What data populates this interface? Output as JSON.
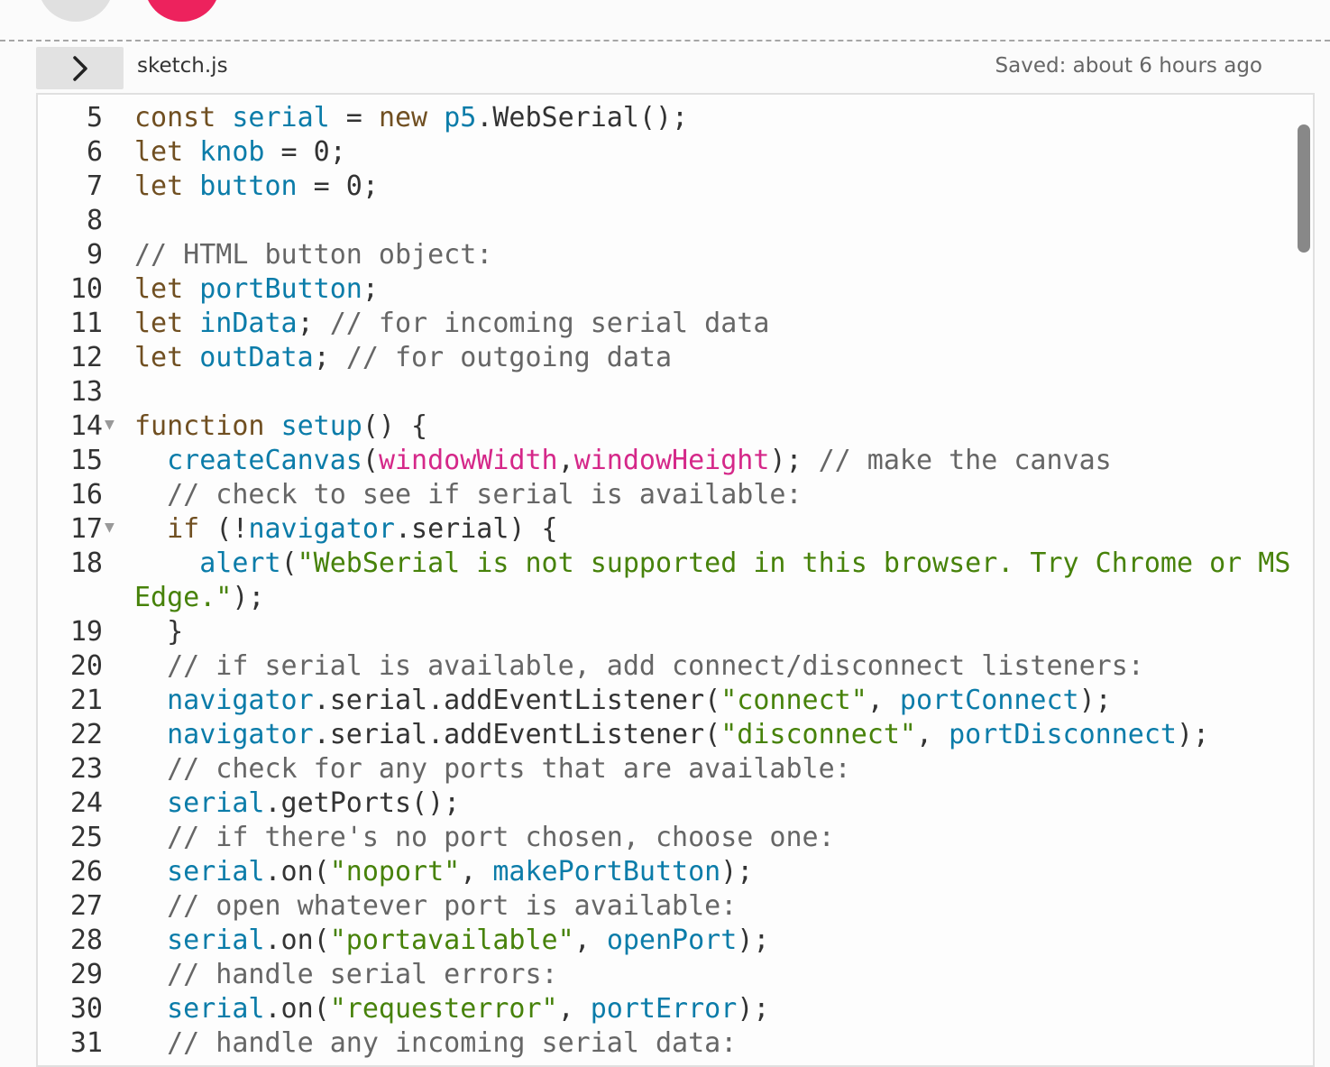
{
  "top_toolbar": {
    "play_button": "play",
    "stop_button": "stop"
  },
  "editor_header": {
    "toggle_icon": "chevron-right-icon",
    "file_name": "sketch.js",
    "saved_status": "Saved: about 6 hours ago"
  },
  "code": {
    "lines": [
      {
        "num": "5",
        "tokens": [
          [
            "k",
            "const"
          ],
          [
            "t",
            " "
          ],
          [
            "d",
            "serial"
          ],
          [
            "t",
            " = "
          ],
          [
            "k",
            "new"
          ],
          [
            "t",
            " "
          ],
          [
            "d",
            "p5"
          ],
          [
            "t",
            ".WebSerial();"
          ]
        ]
      },
      {
        "num": "6",
        "tokens": [
          [
            "k",
            "let"
          ],
          [
            "t",
            " "
          ],
          [
            "d",
            "knob"
          ],
          [
            "t",
            " = 0;"
          ]
        ]
      },
      {
        "num": "7",
        "tokens": [
          [
            "k",
            "let"
          ],
          [
            "t",
            " "
          ],
          [
            "d",
            "button"
          ],
          [
            "t",
            " = 0;"
          ]
        ]
      },
      {
        "num": "8",
        "tokens": []
      },
      {
        "num": "9",
        "tokens": [
          [
            "c",
            "// HTML button object:"
          ]
        ]
      },
      {
        "num": "10",
        "tokens": [
          [
            "k",
            "let"
          ],
          [
            "t",
            " "
          ],
          [
            "d",
            "portButton"
          ],
          [
            "t",
            ";"
          ]
        ]
      },
      {
        "num": "11",
        "tokens": [
          [
            "k",
            "let"
          ],
          [
            "t",
            " "
          ],
          [
            "d",
            "inData"
          ],
          [
            "t",
            "; "
          ],
          [
            "c",
            "// for incoming serial data"
          ]
        ]
      },
      {
        "num": "12",
        "tokens": [
          [
            "k",
            "let"
          ],
          [
            "t",
            " "
          ],
          [
            "d",
            "outData"
          ],
          [
            "t",
            "; "
          ],
          [
            "c",
            "// for outgoing data"
          ]
        ]
      },
      {
        "num": "13",
        "tokens": []
      },
      {
        "num": "14",
        "fold": true,
        "tokens": [
          [
            "k",
            "function"
          ],
          [
            "t",
            " "
          ],
          [
            "d",
            "setup"
          ],
          [
            "t",
            "() {"
          ]
        ]
      },
      {
        "num": "15",
        "tokens": [
          [
            "t",
            "  "
          ],
          [
            "d",
            "createCanvas"
          ],
          [
            "t",
            "("
          ],
          [
            "p",
            "windowWidth"
          ],
          [
            "t",
            ","
          ],
          [
            "p",
            "windowHeight"
          ],
          [
            "t",
            "); "
          ],
          [
            "c",
            "// make the canvas"
          ]
        ]
      },
      {
        "num": "16",
        "tokens": [
          [
            "t",
            "  "
          ],
          [
            "c",
            "// check to see if serial is available:"
          ]
        ]
      },
      {
        "num": "17",
        "fold": true,
        "tokens": [
          [
            "t",
            "  "
          ],
          [
            "k",
            "if"
          ],
          [
            "t",
            " (!"
          ],
          [
            "d",
            "navigator"
          ],
          [
            "t",
            ".serial) {"
          ]
        ]
      },
      {
        "num": "18",
        "tokens": [
          [
            "t",
            "    "
          ],
          [
            "d",
            "alert"
          ],
          [
            "t",
            "("
          ],
          [
            "s",
            "\"WebSerial is not supported in this browser. Try Chrome or MS"
          ]
        ],
        "continuation": [
          [
            "s",
            "Edge.\""
          ],
          [
            "t",
            ");"
          ]
        ]
      },
      {
        "num": "19",
        "tokens": [
          [
            "t",
            "  }"
          ]
        ]
      },
      {
        "num": "20",
        "tokens": [
          [
            "t",
            "  "
          ],
          [
            "c",
            "// if serial is available, add connect/disconnect listeners:"
          ]
        ]
      },
      {
        "num": "21",
        "tokens": [
          [
            "t",
            "  "
          ],
          [
            "d",
            "navigator"
          ],
          [
            "t",
            ".serial.addEventListener("
          ],
          [
            "s",
            "\"connect\""
          ],
          [
            "t",
            ", "
          ],
          [
            "d",
            "portConnect"
          ],
          [
            "t",
            ");"
          ]
        ]
      },
      {
        "num": "22",
        "tokens": [
          [
            "t",
            "  "
          ],
          [
            "d",
            "navigator"
          ],
          [
            "t",
            ".serial.addEventListener("
          ],
          [
            "s",
            "\"disconnect\""
          ],
          [
            "t",
            ", "
          ],
          [
            "d",
            "portDisconnect"
          ],
          [
            "t",
            ");"
          ]
        ]
      },
      {
        "num": "23",
        "tokens": [
          [
            "t",
            "  "
          ],
          [
            "c",
            "// check for any ports that are available:"
          ]
        ]
      },
      {
        "num": "24",
        "tokens": [
          [
            "t",
            "  "
          ],
          [
            "d",
            "serial"
          ],
          [
            "t",
            ".getPorts();"
          ]
        ]
      },
      {
        "num": "25",
        "tokens": [
          [
            "t",
            "  "
          ],
          [
            "c",
            "// if there's no port chosen, choose one:"
          ]
        ]
      },
      {
        "num": "26",
        "tokens": [
          [
            "t",
            "  "
          ],
          [
            "d",
            "serial"
          ],
          [
            "t",
            ".on("
          ],
          [
            "s",
            "\"noport\""
          ],
          [
            "t",
            ", "
          ],
          [
            "d",
            "makePortButton"
          ],
          [
            "t",
            ");"
          ]
        ]
      },
      {
        "num": "27",
        "tokens": [
          [
            "t",
            "  "
          ],
          [
            "c",
            "// open whatever port is available:"
          ]
        ]
      },
      {
        "num": "28",
        "tokens": [
          [
            "t",
            "  "
          ],
          [
            "d",
            "serial"
          ],
          [
            "t",
            ".on("
          ],
          [
            "s",
            "\"portavailable\""
          ],
          [
            "t",
            ", "
          ],
          [
            "d",
            "openPort"
          ],
          [
            "t",
            ");"
          ]
        ]
      },
      {
        "num": "29",
        "tokens": [
          [
            "t",
            "  "
          ],
          [
            "c",
            "// handle serial errors:"
          ]
        ]
      },
      {
        "num": "30",
        "tokens": [
          [
            "t",
            "  "
          ],
          [
            "d",
            "serial"
          ],
          [
            "t",
            ".on("
          ],
          [
            "s",
            "\"requesterror\""
          ],
          [
            "t",
            ", "
          ],
          [
            "d",
            "portError"
          ],
          [
            "t",
            ");"
          ]
        ]
      },
      {
        "num": "31",
        "tokens": [
          [
            "t",
            "  "
          ],
          [
            "c",
            "// handle any incoming serial data:"
          ]
        ]
      }
    ]
  },
  "colors": {
    "keyword": "#704f21",
    "definition": "#0b7ca9",
    "comment": "#666666",
    "string": "#47820a",
    "builtin": "#d52889"
  }
}
